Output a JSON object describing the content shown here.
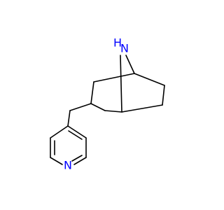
{
  "molecule": {
    "atoms": {
      "bridge_nitrogen": {
        "symbol": "N",
        "hydrogen": "H",
        "color": "#0000ff"
      },
      "pyridine_nitrogen": {
        "symbol": "N",
        "color": "#0000ff"
      }
    },
    "bond_color": "#000000"
  }
}
